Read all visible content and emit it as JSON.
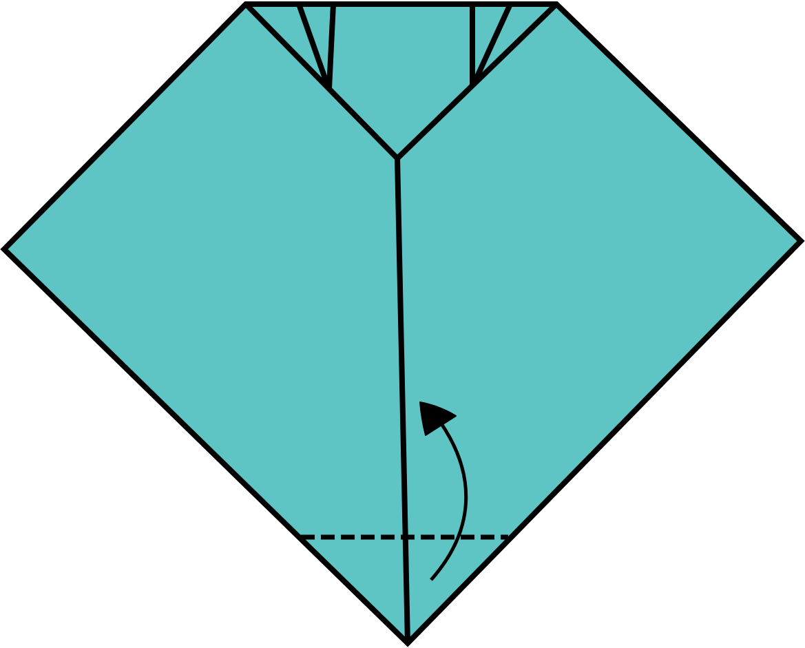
{
  "diagram": {
    "kind": "origami-folding-step",
    "colors": {
      "paper": "#5EC5C4",
      "stroke": "#000000",
      "background": "#FFFFFF"
    },
    "symbols": [
      "valley-fold-line",
      "fold-direction-arrow"
    ]
  }
}
